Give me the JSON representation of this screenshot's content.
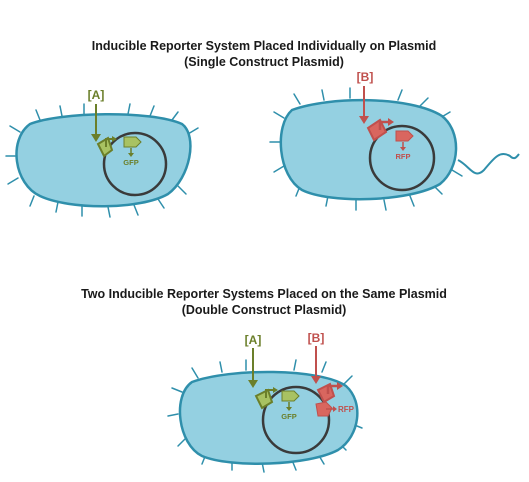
{
  "section_single": {
    "title": "Inducible Reporter System Placed Individually on Plasmid",
    "subtitle": "(Single Construct Plasmid)",
    "cell_a": {
      "inducer": "[A]",
      "gene": "GFP"
    },
    "cell_b": {
      "inducer": "[B]",
      "gene": "RFP"
    }
  },
  "section_double": {
    "title": "Two Inducible Reporter Systems Placed on the Same Plasmid",
    "subtitle": "(Double Construct Plasmid)",
    "cell": {
      "inducer_a": "[A]",
      "inducer_b": "[B]",
      "gene_a": "GFP",
      "gene_b": "RFP"
    }
  },
  "colors": {
    "cell_fill": "#94d0e1",
    "cell_stroke": "#2f8fab",
    "plasmid": "#3a3a3a",
    "green": "#6b7f2a",
    "green_light": "#a8c262",
    "red": "#c0504d",
    "red_light": "#d9665f"
  }
}
